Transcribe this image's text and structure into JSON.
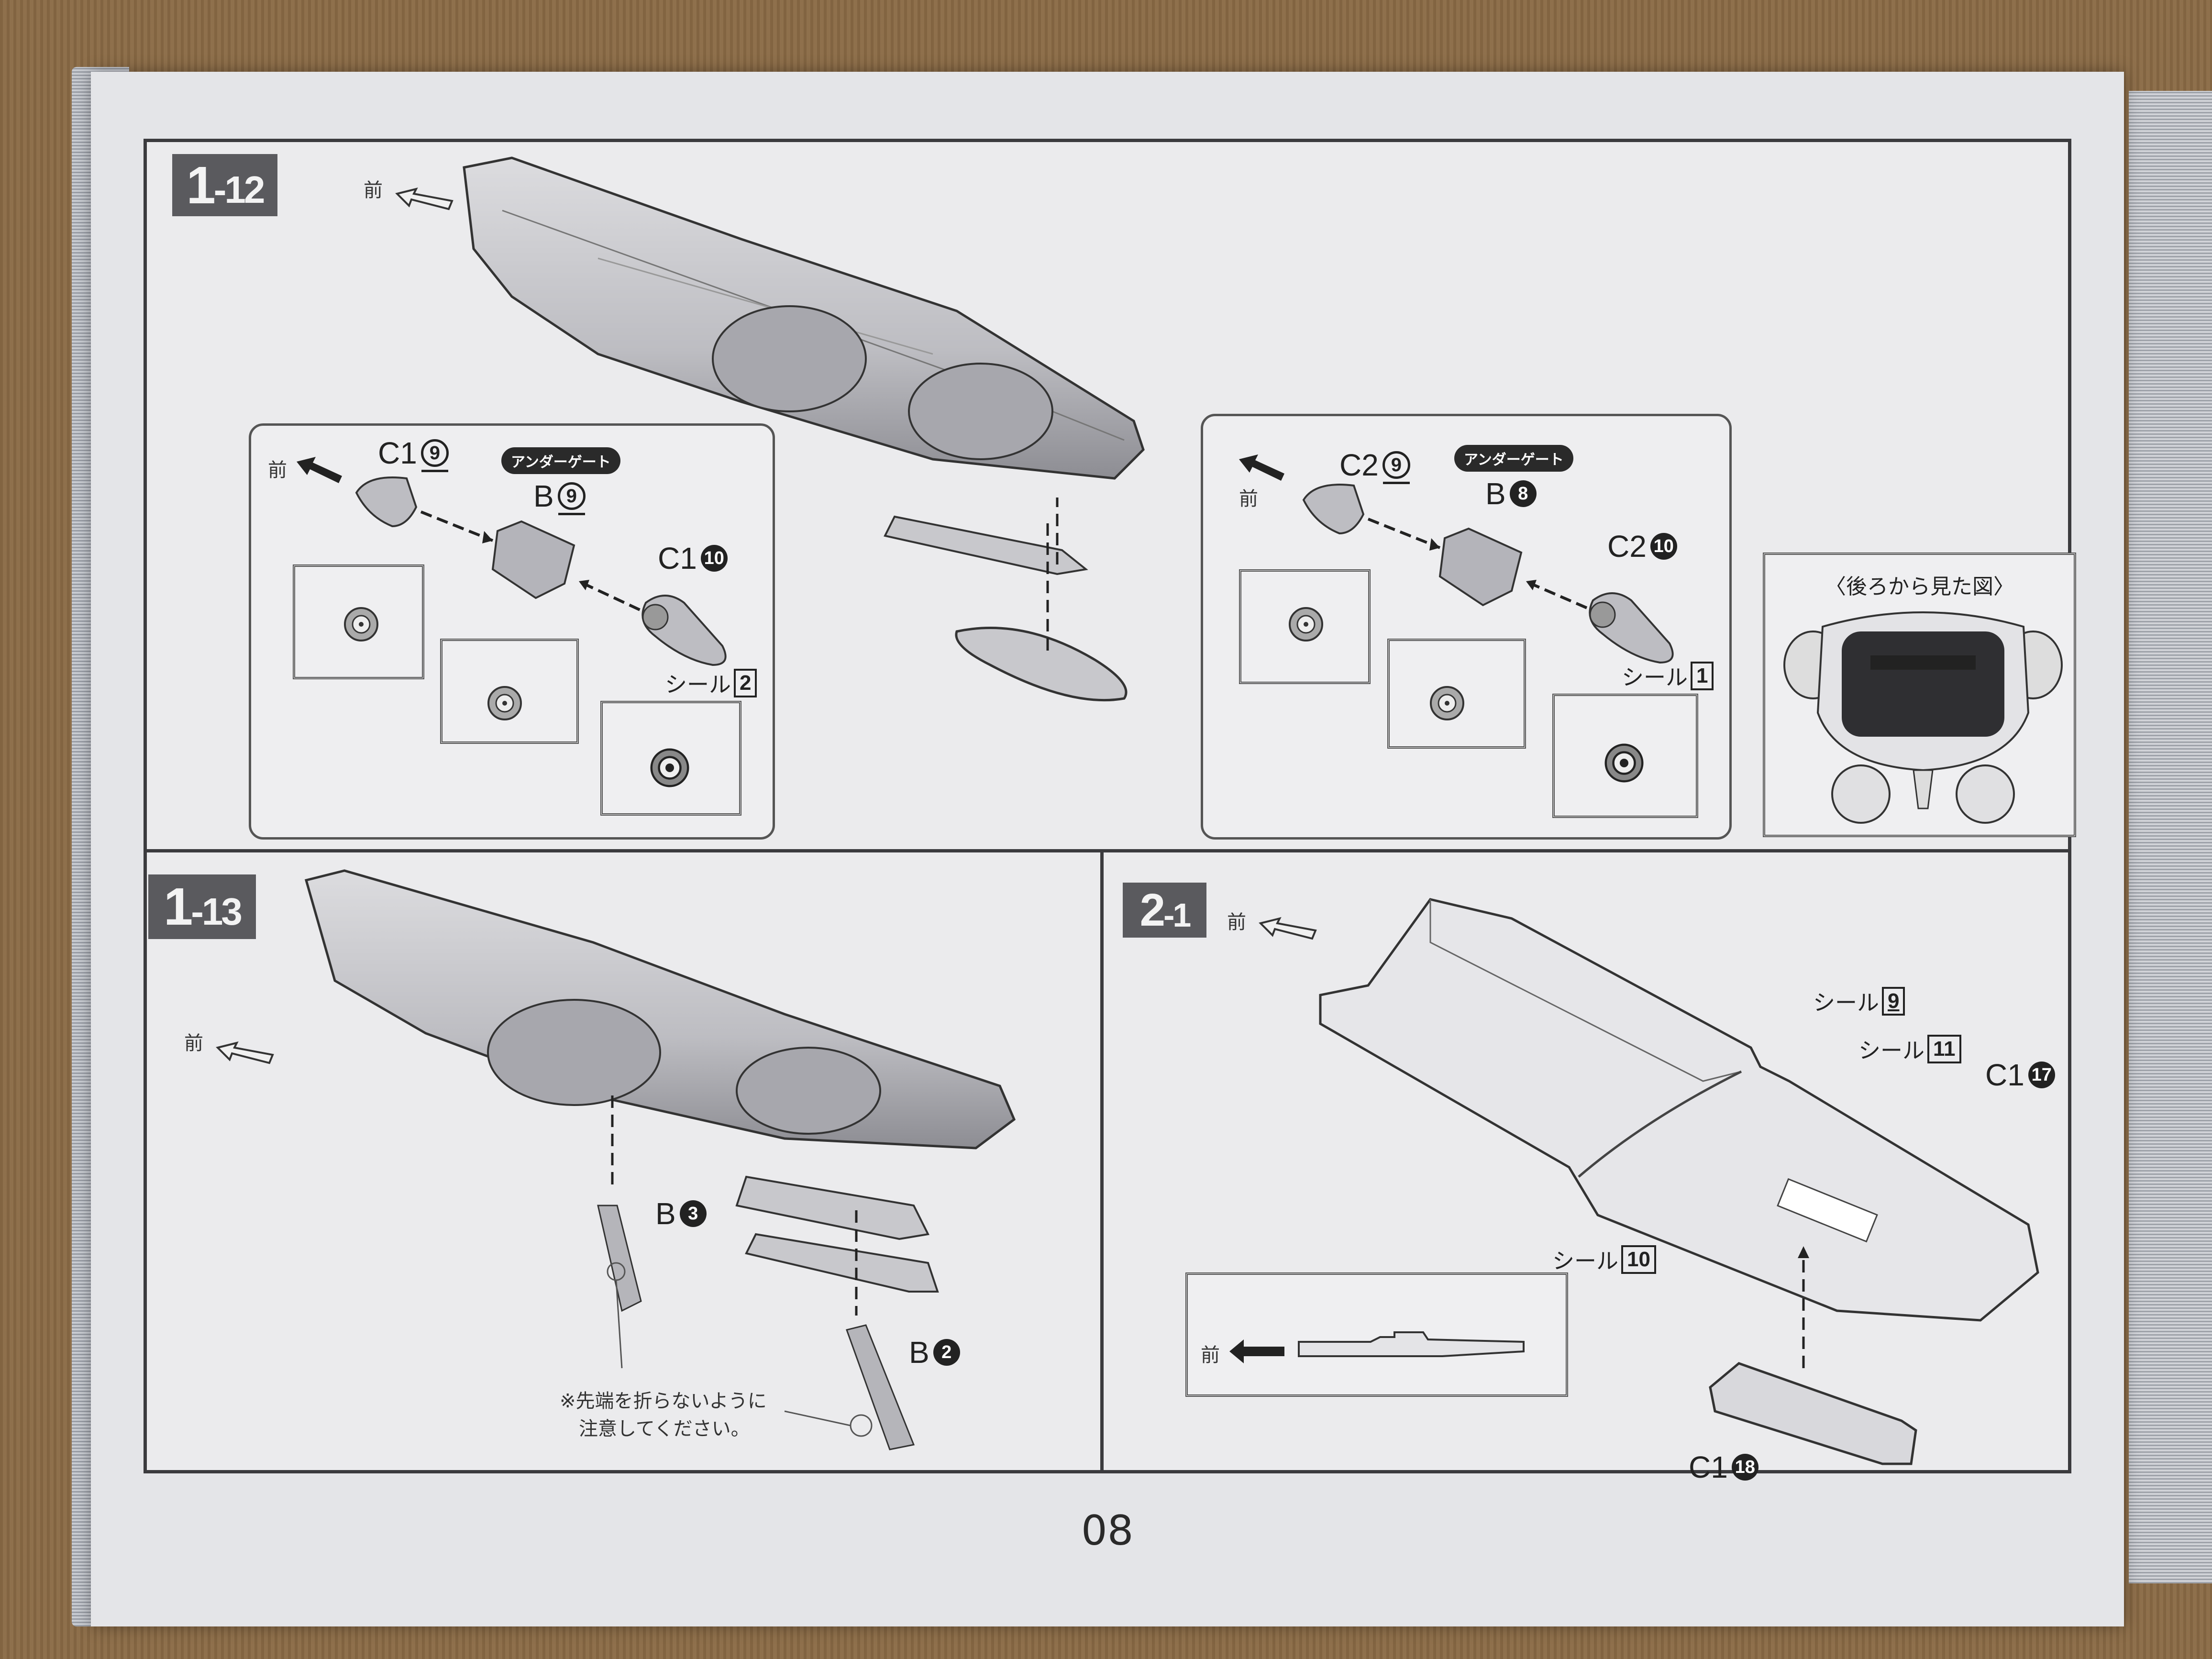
{
  "page": {
    "number": "08"
  },
  "steps": [
    {
      "id": "1-12",
      "major": "1",
      "minor": "-12",
      "front_label": "前",
      "callouts": [
        {
          "front_label": "前",
          "nose_part": {
            "letter": "C1",
            "number": "9",
            "style": "underlined"
          },
          "gate_badge": "アンダーゲート",
          "body_part": {
            "letter": "B",
            "number": "9",
            "style": "underlined"
          },
          "tail_part": {
            "letter": "C1",
            "number": "10",
            "style": "filled"
          },
          "sticker": {
            "label": "シール",
            "number": "2"
          }
        },
        {
          "front_label": "前",
          "nose_part": {
            "letter": "C2",
            "number": "9",
            "style": "underlined"
          },
          "gate_badge": "アンダーゲート",
          "body_part": {
            "letter": "B",
            "number": "8",
            "style": "filled"
          },
          "tail_part": {
            "letter": "C2",
            "number": "10",
            "style": "filled"
          },
          "sticker": {
            "label": "シール",
            "number": "1"
          }
        }
      ],
      "rear_view_title": "〈後ろから見た図〉"
    },
    {
      "id": "1-13",
      "major": "1",
      "minor": "-13",
      "front_label": "前",
      "parts": [
        {
          "letter": "B",
          "number": "3"
        },
        {
          "letter": "B",
          "number": "2"
        }
      ],
      "note_lines": [
        "※先端を折らないように",
        "注意してください。"
      ]
    },
    {
      "id": "2-1",
      "major": "2",
      "minor": "-1",
      "front_label": "前",
      "stickers": [
        {
          "label": "シール",
          "number": "9",
          "underlined": true
        },
        {
          "label": "シール",
          "number": "11"
        },
        {
          "label": "シール",
          "number": "10"
        }
      ],
      "parts": [
        {
          "letter": "C1",
          "number": "17"
        },
        {
          "letter": "C1",
          "number": "18"
        }
      ],
      "inset_front_label": "前"
    }
  ]
}
